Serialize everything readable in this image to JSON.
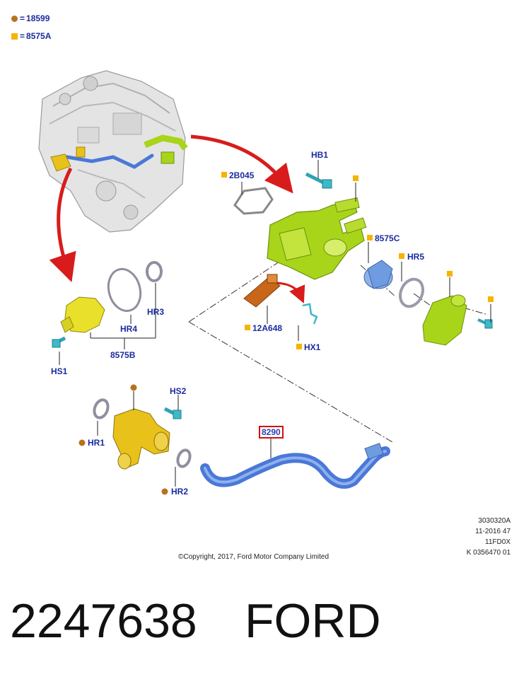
{
  "legend": {
    "circle_item": "18599",
    "square_item": "8575A",
    "separator": "="
  },
  "labels": {
    "hb1": "HB1",
    "p2b045": "2B045",
    "p8575c": "8575C",
    "hr5": "HR5",
    "p12a648": "12A648",
    "hx1": "HX1",
    "hr3": "HR3",
    "hr4": "HR4",
    "p8575b": "8575B",
    "hs1": "HS1",
    "hs2": "HS2",
    "hr1": "HR1",
    "hr2": "HR2",
    "p8290": "8290"
  },
  "reference": {
    "line1": "3030320A",
    "line2": "11-2016 47",
    "line3": "11FD0X",
    "line4": "K 0356470 01"
  },
  "copyright": "©Copyright, 2017, Ford Motor Company Limited",
  "part_number": "2247638",
  "brand": "FORD",
  "colors": {
    "label_blue": "#1a2b9e",
    "circle_marker": "#b8711e",
    "square_marker": "#f5b400",
    "arrow_red": "#d81c1c",
    "green_housing": "#a8d41a",
    "yellow_housing": "#e8c21a",
    "blue_pipe": "#4a78d8",
    "cyan_bolt": "#3fb8c8",
    "orange_sensor": "#c8661a",
    "highlight_box": "#d01010"
  }
}
